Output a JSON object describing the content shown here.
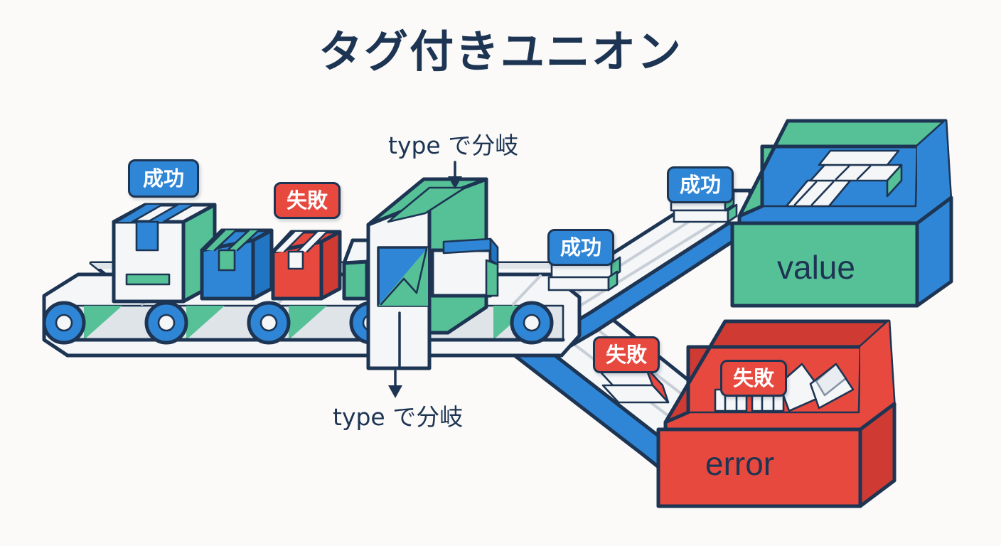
{
  "page": {
    "title": "タグ付きユニオン",
    "background_color": "#fbfaf8"
  },
  "palette": {
    "ink": "#1d3553",
    "blue": "#2f86d6",
    "blue_dark": "#2275c2",
    "green": "#56c196",
    "red": "#e8493f",
    "white": "#f4f6f8",
    "grey": "#dfe4e9"
  },
  "annotations": {
    "branch_top": {
      "label": "type で分岐",
      "icon": "arrow-down-icon"
    },
    "branch_bottom": {
      "label": "type で分岐",
      "icon": "arrow-down-icon"
    }
  },
  "badges": [
    {
      "id": "belt-success",
      "label": "成功",
      "kind": "ok"
    },
    {
      "id": "belt-failure",
      "label": "失敗",
      "kind": "ng"
    },
    {
      "id": "branch-success-near",
      "label": "成功",
      "kind": "ok"
    },
    {
      "id": "branch-success-far",
      "label": "成功",
      "kind": "ok"
    },
    {
      "id": "branch-failure-near",
      "label": "失敗",
      "kind": "ng"
    },
    {
      "id": "bin-failure",
      "label": "失敗",
      "kind": "ng"
    }
  ],
  "bins": [
    {
      "id": "value-bin",
      "label": "value",
      "body_color": "#2f86d6",
      "front_color": "#56c196"
    },
    {
      "id": "error-bin",
      "label": "error",
      "body_color": "#e8493f",
      "front_color": "#e8493f"
    }
  ],
  "conveyor": {
    "rollers": 5,
    "packages": [
      {
        "id": "package-large-white",
        "color": "#f4f6f8",
        "side": "#56c196",
        "tape": "#2f86d6"
      },
      {
        "id": "package-blue",
        "color": "#2f86d6",
        "side": "#2275c2",
        "tape": "#56c196"
      },
      {
        "id": "package-red",
        "color": "#e8493f",
        "side": "#cf3b33",
        "tape": "#f4f6f8"
      },
      {
        "id": "package-green-small",
        "color": "#56c196",
        "side": "#3fae82",
        "tape": "#f4f6f8"
      }
    ]
  },
  "scanner": {
    "id": "tag-scanner",
    "screen_colors": [
      "#2f86d6",
      "#56c196"
    ],
    "top_color": "#56c196",
    "body_color": "#f4f6f8"
  }
}
